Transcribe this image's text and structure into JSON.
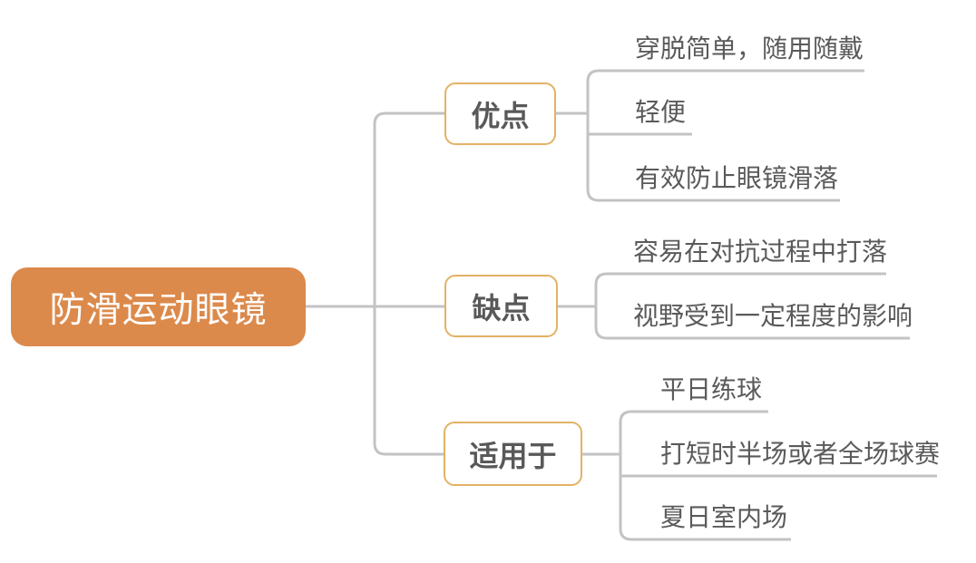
{
  "root": {
    "label": "防滑运动眼镜"
  },
  "branches": [
    {
      "label": "优点",
      "children": [
        "穿脱简单，随用随戴",
        "轻便",
        "有效防止眼镜滑落"
      ]
    },
    {
      "label": "缺点",
      "children": [
        "容易在对抗过程中打落",
        "视野受到一定程度的影响"
      ]
    },
    {
      "label": "适用于",
      "children": [
        "平日练球",
        "打短时半场或者全场球赛",
        "夏日室内场"
      ]
    }
  ],
  "colors": {
    "root-fill": "#dc8a4b",
    "root-text": "#ffffff",
    "branch-border": "#e2b264",
    "branch-text": "#595959",
    "leaf-text": "#5a5a5a",
    "line": "#c3c3c6",
    "background": "#ffffff"
  }
}
